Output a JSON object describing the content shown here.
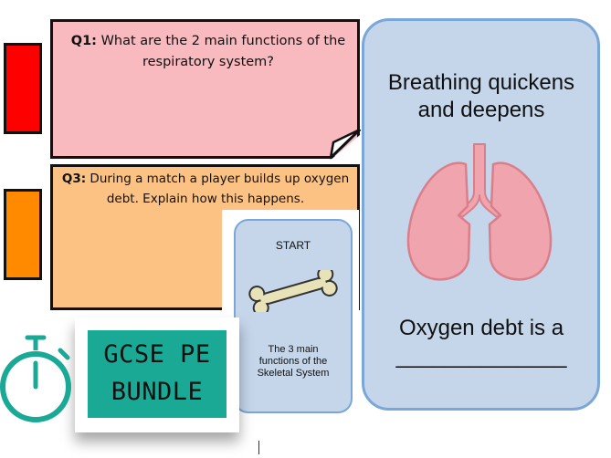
{
  "q1": {
    "label": "Q1:",
    "question": "What are the 2 main functions of the respiratory system?"
  },
  "q3": {
    "label": "Q3:",
    "question": "During a match a player builds up oxygen debt. Explain how this happens."
  },
  "right_card": {
    "top_line1": "Breathing quickens",
    "top_line2": "and deepens",
    "bottom_line1": "Oxygen debt is a",
    "blank": "______________"
  },
  "start_card": {
    "label": "START",
    "caption_line1": "The 3 main",
    "caption_line2": "functions of the",
    "caption_line3": "Skeletal System"
  },
  "bundle": {
    "line1": "GCSE PE",
    "line2": "BUNDLE"
  },
  "colors": {
    "red_block": "#ff0000",
    "orange_block": "#ff8a00",
    "q1_card": "#f8b9bf",
    "q3_card": "#fbc284",
    "blue_card": "#c5d6ea",
    "blue_border": "#7aa7d8",
    "teal_badge": "#19a995",
    "lung_pink": "#f0a4ad",
    "lung_edge": "#d97f8b",
    "bone": "#e8e2b8"
  },
  "icons": [
    "lungs-icon",
    "bone-icon",
    "stopwatch-icon"
  ]
}
